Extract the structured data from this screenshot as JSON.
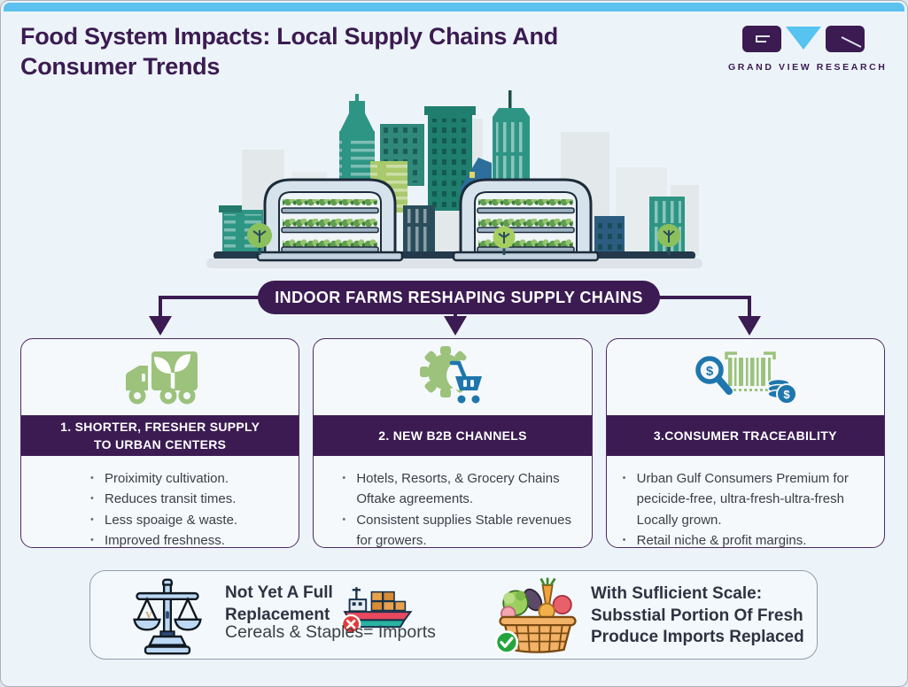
{
  "header": {
    "title_line1": "Food System Impacts: Local Supply Chains And",
    "title_line2": "Consumer Trends",
    "logo_wordmark": "GRAND VIEW RESEARCH"
  },
  "banner": {
    "label": "INDOOR FARMS RESHAPING SUPPLY CHAINS"
  },
  "cards": [
    {
      "icon": "truck-leaf-icon",
      "title_line1": "1. SHORTER, FRESHER SUPPLY",
      "title_line2": "TO URBAN CENTERS",
      "bullets": [
        "Proiximity cultivation.",
        "Reduces transit times.",
        "Less spoaige & waste.",
        "Improved freshness."
      ]
    },
    {
      "icon": "gear-cart-icon",
      "title_line1": "2. NEW B2B CHANNELS",
      "title_line2": "",
      "bullets": [
        "Hotels, Resorts, & Grocery Chains Oftake agreements.",
        "Consistent supplies Stable revenues for growers."
      ]
    },
    {
      "icon": "barcode-magnifier-coins-icon",
      "title_line1": "3.CONSUMER TRACEABILITY",
      "title_line2": "",
      "bullets": [
        "Urban Gulf Consumers Premium for pecicide-free, ultra-fresh-ultra-fresh Locally grown.",
        "Retail niche & profit margins."
      ]
    }
  ],
  "footer": {
    "left": {
      "icon": "balance-scale-icon",
      "ship_icon": "cargo-ship-crossed-icon",
      "bold_line1": "Not Yet A Full",
      "bold_line2": "Replacement",
      "text": "Cereals & Staples= Imports"
    },
    "right": {
      "icon": "vegetable-basket-check-icon",
      "bold_line1": "With Suflicient Scale:",
      "bold_line2": "Subsstial Portion Of Fresh",
      "bold_line3": "Produce Imports Replaced"
    }
  },
  "colors": {
    "purple": "#3b1b52",
    "light_blue_bar": "#5cc1ef",
    "icon_green": "#9cc27c",
    "icon_blue": "#1e76ad",
    "page_bg": "#edf4f9"
  }
}
